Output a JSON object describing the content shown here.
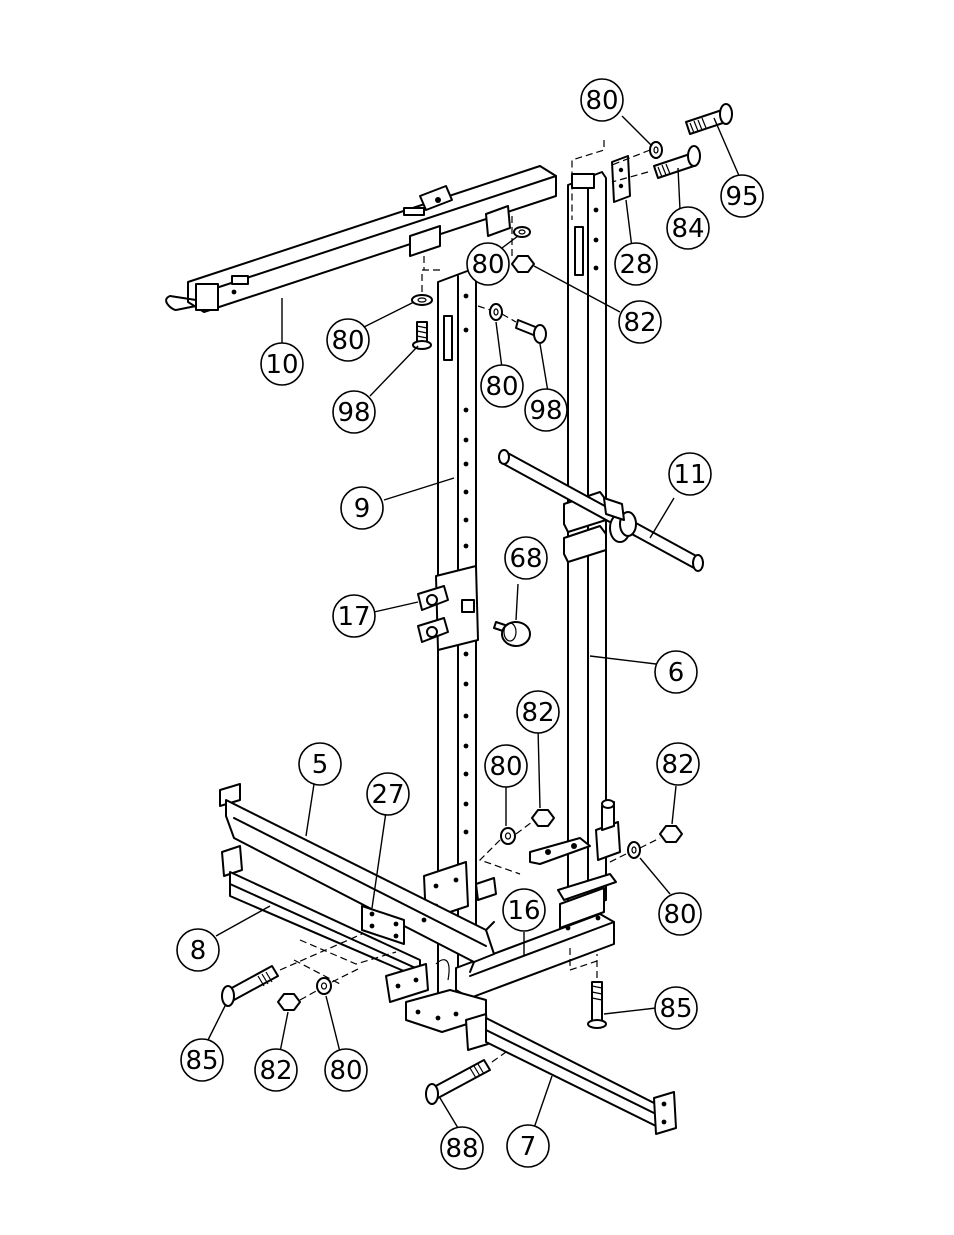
{
  "diagram": {
    "callouts": [
      {
        "label": "80",
        "name": "callout-80-top"
      },
      {
        "label": "95",
        "name": "callout-95"
      },
      {
        "label": "84",
        "name": "callout-84"
      },
      {
        "label": "28",
        "name": "callout-28"
      },
      {
        "label": "80",
        "name": "callout-80-upper-mid"
      },
      {
        "label": "82",
        "name": "callout-82-upper"
      },
      {
        "label": "10",
        "name": "callout-10"
      },
      {
        "label": "80",
        "name": "callout-80-left"
      },
      {
        "label": "98",
        "name": "callout-98-left"
      },
      {
        "label": "80",
        "name": "callout-80-center"
      },
      {
        "label": "98",
        "name": "callout-98-center"
      },
      {
        "label": "11",
        "name": "callout-11"
      },
      {
        "label": "9",
        "name": "callout-9"
      },
      {
        "label": "68",
        "name": "callout-68"
      },
      {
        "label": "17",
        "name": "callout-17"
      },
      {
        "label": "6",
        "name": "callout-6"
      },
      {
        "label": "82",
        "name": "callout-82-mid"
      },
      {
        "label": "80",
        "name": "callout-80-mid"
      },
      {
        "label": "82",
        "name": "callout-82-right"
      },
      {
        "label": "5",
        "name": "callout-5"
      },
      {
        "label": "27",
        "name": "callout-27"
      },
      {
        "label": "16",
        "name": "callout-16"
      },
      {
        "label": "80",
        "name": "callout-80-right"
      },
      {
        "label": "8",
        "name": "callout-8"
      },
      {
        "label": "85",
        "name": "callout-85-right"
      },
      {
        "label": "85",
        "name": "callout-85-left"
      },
      {
        "label": "82",
        "name": "callout-82-bottom"
      },
      {
        "label": "80",
        "name": "callout-80-bottom"
      },
      {
        "label": "88",
        "name": "callout-88"
      },
      {
        "label": "7",
        "name": "callout-7"
      }
    ]
  }
}
